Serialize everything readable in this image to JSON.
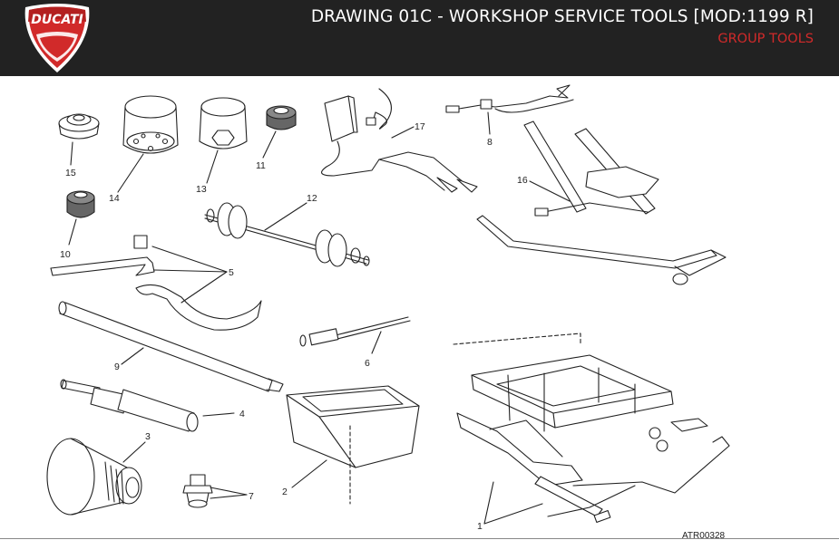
{
  "header": {
    "title": "DRAWING 01C - WORKSHOP SERVICE TOOLS [MOD:1199 R]",
    "subtitle": "GROUP TOOLS",
    "logo_text": "DUCATI",
    "colors": {
      "background": "#222222",
      "accent": "#d12a2a",
      "title": "#ffffff"
    }
  },
  "drawing": {
    "callouts": {
      "c1": "1",
      "c2": "2",
      "c3": "3",
      "c4": "4",
      "c5": "5",
      "c6": "6",
      "c7": "7",
      "c8": "8",
      "c9": "9",
      "c10": "10",
      "c11": "11",
      "c12": "12",
      "c13": "13",
      "c14": "14",
      "c15": "15",
      "c16": "16",
      "c17": "17"
    },
    "reference": "ATR00328"
  }
}
